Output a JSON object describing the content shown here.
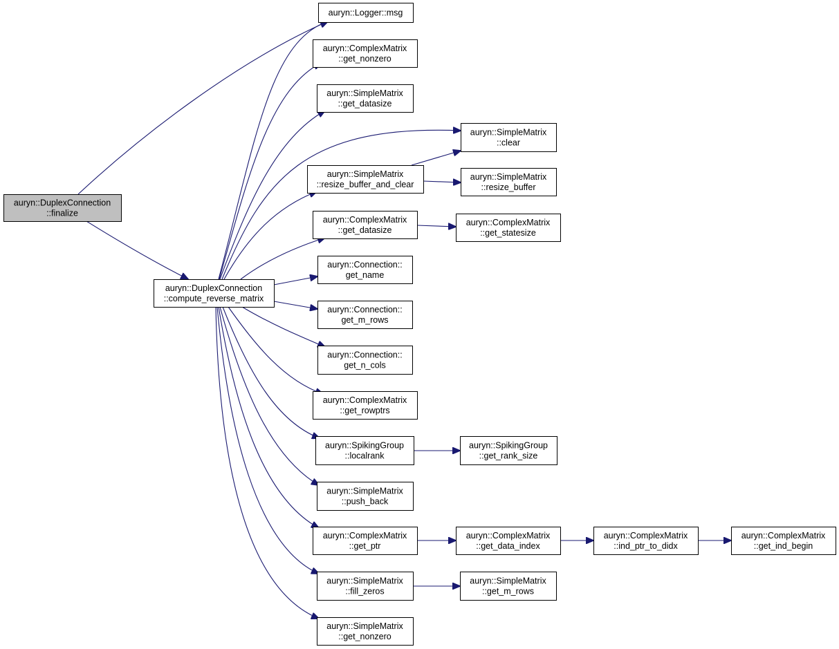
{
  "nodes": {
    "finalize": {
      "line1": "auryn::DuplexConnection",
      "line2": "::finalize"
    },
    "compute_reverse": {
      "line1": "auryn::DuplexConnection",
      "line2": "::compute_reverse_matrix"
    },
    "logger_msg": {
      "line1": "auryn::Logger::msg",
      "line2": ""
    },
    "cm_get_nonzero": {
      "line1": "auryn::ComplexMatrix",
      "line2": "::get_nonzero"
    },
    "sm_get_datasize": {
      "line1": "auryn::SimpleMatrix",
      "line2": "::get_datasize"
    },
    "sm_clear": {
      "line1": "auryn::SimpleMatrix",
      "line2": "::clear"
    },
    "sm_resize_clear": {
      "line1": "auryn::SimpleMatrix",
      "line2": "::resize_buffer_and_clear"
    },
    "sm_resize_buffer": {
      "line1": "auryn::SimpleMatrix",
      "line2": "::resize_buffer"
    },
    "cm_get_datasize": {
      "line1": "auryn::ComplexMatrix",
      "line2": "::get_datasize"
    },
    "cm_get_statesize": {
      "line1": "auryn::ComplexMatrix",
      "line2": "::get_statesize"
    },
    "conn_get_name": {
      "line1": "auryn::Connection::",
      "line2": "get_name"
    },
    "conn_get_m_rows": {
      "line1": "auryn::Connection::",
      "line2": "get_m_rows"
    },
    "conn_get_n_cols": {
      "line1": "auryn::Connection::",
      "line2": "get_n_cols"
    },
    "cm_get_rowptrs": {
      "line1": "auryn::ComplexMatrix",
      "line2": "::get_rowptrs"
    },
    "sg_localrank": {
      "line1": "auryn::SpikingGroup",
      "line2": "::localrank"
    },
    "sg_get_rank_size": {
      "line1": "auryn::SpikingGroup",
      "line2": "::get_rank_size"
    },
    "sm_push_back": {
      "line1": "auryn::SimpleMatrix",
      "line2": "::push_back"
    },
    "cm_get_ptr": {
      "line1": "auryn::ComplexMatrix",
      "line2": "::get_ptr"
    },
    "cm_get_data_index": {
      "line1": "auryn::ComplexMatrix",
      "line2": "::get_data_index"
    },
    "cm_ind_ptr_to_didx": {
      "line1": "auryn::ComplexMatrix",
      "line2": "::ind_ptr_to_didx"
    },
    "cm_get_ind_begin": {
      "line1": "auryn::ComplexMatrix",
      "line2": "::get_ind_begin"
    },
    "sm_fill_zeros": {
      "line1": "auryn::SimpleMatrix",
      "line2": "::fill_zeros"
    },
    "sm_get_m_rows": {
      "line1": "auryn::SimpleMatrix",
      "line2": "::get_m_rows"
    },
    "sm_get_nonzero": {
      "line1": "auryn::SimpleMatrix",
      "line2": "::get_nonzero"
    }
  },
  "edges": [
    [
      "finalize",
      "logger_msg"
    ],
    [
      "finalize",
      "compute_reverse"
    ],
    [
      "compute_reverse",
      "logger_msg"
    ],
    [
      "compute_reverse",
      "cm_get_nonzero"
    ],
    [
      "compute_reverse",
      "sm_get_datasize"
    ],
    [
      "compute_reverse",
      "sm_clear"
    ],
    [
      "compute_reverse",
      "sm_resize_clear"
    ],
    [
      "compute_reverse",
      "cm_get_datasize"
    ],
    [
      "compute_reverse",
      "conn_get_name"
    ],
    [
      "compute_reverse",
      "conn_get_m_rows"
    ],
    [
      "compute_reverse",
      "conn_get_n_cols"
    ],
    [
      "compute_reverse",
      "cm_get_rowptrs"
    ],
    [
      "compute_reverse",
      "sg_localrank"
    ],
    [
      "compute_reverse",
      "sm_push_back"
    ],
    [
      "compute_reverse",
      "cm_get_ptr"
    ],
    [
      "compute_reverse",
      "sm_fill_zeros"
    ],
    [
      "compute_reverse",
      "sm_get_nonzero"
    ],
    [
      "sm_resize_clear",
      "sm_clear"
    ],
    [
      "sm_resize_clear",
      "sm_resize_buffer"
    ],
    [
      "cm_get_datasize",
      "cm_get_statesize"
    ],
    [
      "sg_localrank",
      "sg_get_rank_size"
    ],
    [
      "cm_get_ptr",
      "cm_get_data_index"
    ],
    [
      "cm_get_data_index",
      "cm_ind_ptr_to_didx"
    ],
    [
      "cm_ind_ptr_to_didx",
      "cm_get_ind_begin"
    ],
    [
      "sm_fill_zeros",
      "sm_get_m_rows"
    ]
  ],
  "colors": {
    "edge": "#191970",
    "root_fill": "#bfbfbf",
    "box_fill": "#ffffff",
    "box_stroke": "#000000"
  }
}
